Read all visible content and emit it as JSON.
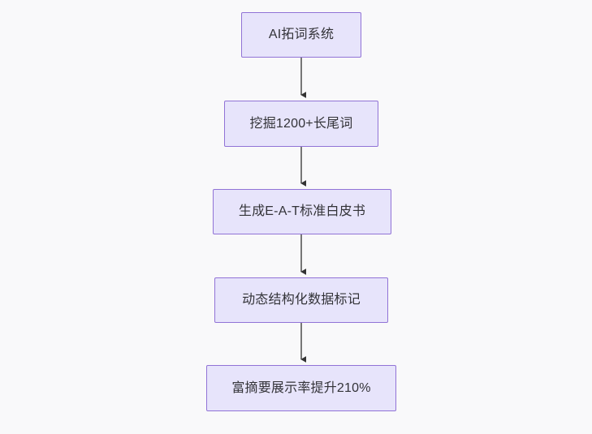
{
  "diagram": {
    "type": "flowchart",
    "direction": "top-to-bottom",
    "background_color": "#f9f9fa",
    "node_fill_color": "#e7e4fb",
    "node_border_color": "#9173d6",
    "node_text_color": "#333338",
    "edge_color": "#777777",
    "arrowhead_color": "#333333",
    "nodes": [
      {
        "id": "n0",
        "label": "AI拓词系统"
      },
      {
        "id": "n1",
        "label": "挖掘1200+长尾词"
      },
      {
        "id": "n2",
        "label": "生成E-A-T标准白皮书"
      },
      {
        "id": "n3",
        "label": "动态结构化数据标记"
      },
      {
        "id": "n4",
        "label": "富摘要展示率提升210%"
      }
    ],
    "edges": [
      {
        "from": "n0",
        "to": "n1",
        "label": ""
      },
      {
        "from": "n1",
        "to": "n2",
        "label": ""
      },
      {
        "from": "n2",
        "to": "n3",
        "label": ""
      },
      {
        "from": "n3",
        "to": "n4",
        "label": ""
      }
    ]
  }
}
